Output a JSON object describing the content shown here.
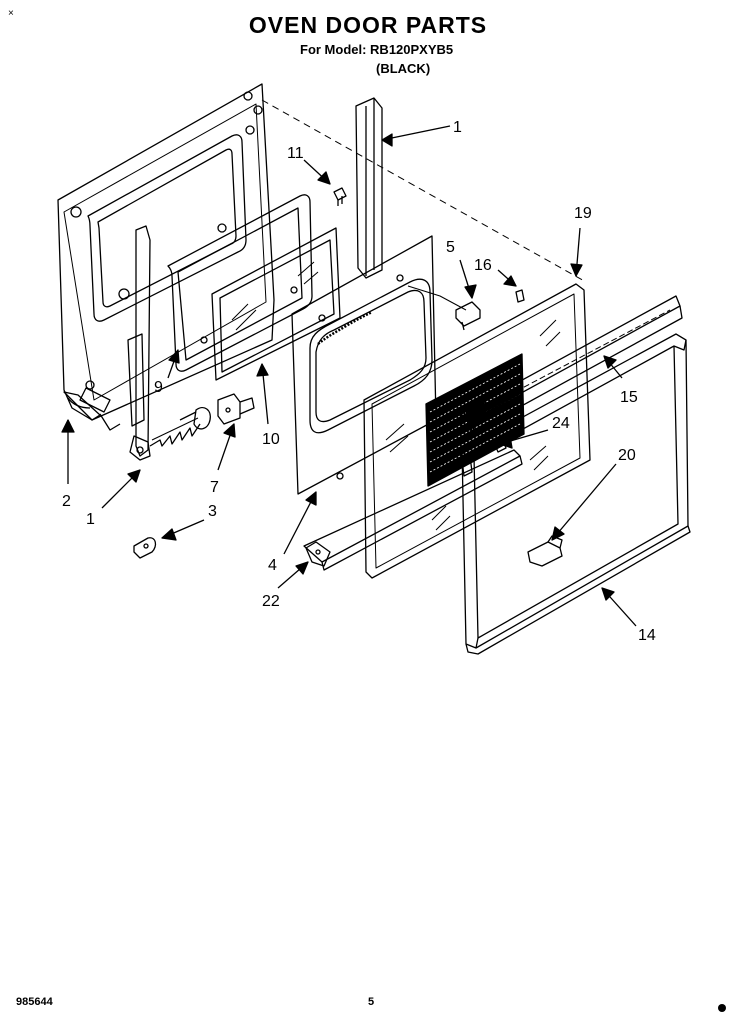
{
  "header": {
    "corner_mark": "×",
    "title": "OVEN DOOR PARTS",
    "model_line": "For Model: RB120PXYB5",
    "color_line": "(BLACK)"
  },
  "footer": {
    "doc_number": "985644",
    "page_number": "5"
  },
  "callouts": [
    {
      "id": "c1a",
      "label": "1"
    },
    {
      "id": "c11",
      "label": "11"
    },
    {
      "id": "c19",
      "label": "19"
    },
    {
      "id": "c5",
      "label": "5"
    },
    {
      "id": "c16",
      "label": "16"
    },
    {
      "id": "c9",
      "label": "9"
    },
    {
      "id": "c10",
      "label": "10"
    },
    {
      "id": "c15",
      "label": "15"
    },
    {
      "id": "c24",
      "label": "24"
    },
    {
      "id": "c20",
      "label": "20"
    },
    {
      "id": "c2",
      "label": "2"
    },
    {
      "id": "c7",
      "label": "7"
    },
    {
      "id": "c1b",
      "label": "1"
    },
    {
      "id": "c3",
      "label": "3"
    },
    {
      "id": "c4",
      "label": "4"
    },
    {
      "id": "c22",
      "label": "22"
    },
    {
      "id": "c14",
      "label": "14"
    }
  ]
}
